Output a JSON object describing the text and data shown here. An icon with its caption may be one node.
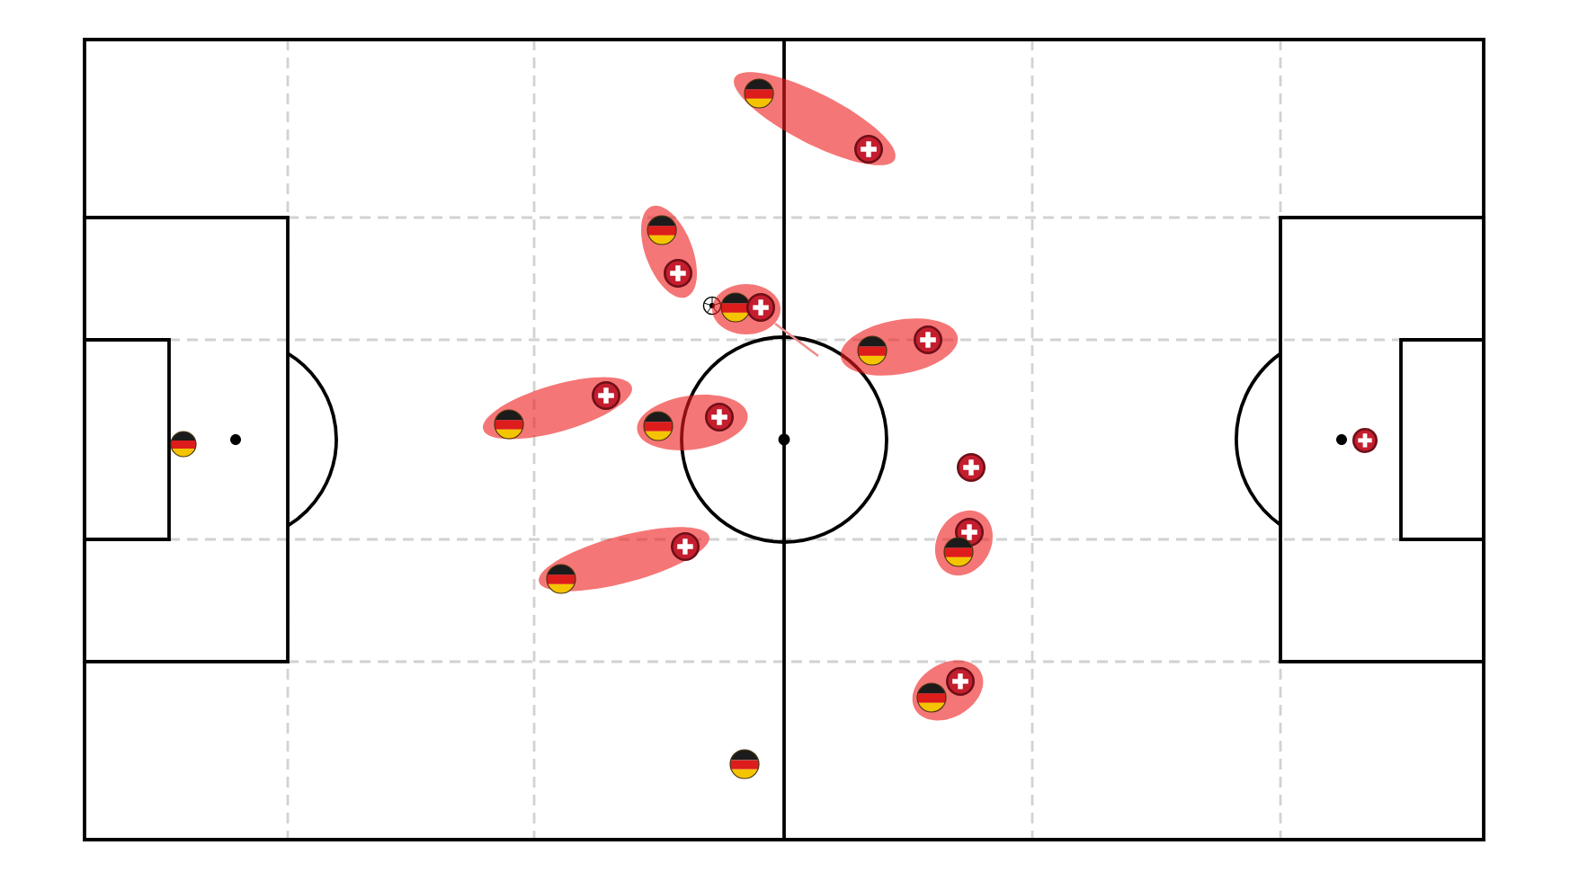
{
  "diagram": {
    "nodes": [
      {
        "text": [],
        "shape": "ellipse"
      },
      {
        "text": [],
        "shape": "circle",
        "in": 0
      },
      {
        "text": [],
        "shape": "circle",
        "in": 0
      },
      {
        "text": [],
        "shape": "ellipse"
      },
      {
        "text": [],
        "shape": "circle",
        "in": 3
      },
      {
        "text": [],
        "shape": "circle",
        "in": 3
      },
      {
        "text": [],
        "shape": "ellipse"
      },
      {
        "text": [],
        "shape": "circle",
        "in": 6
      },
      {
        "text": [],
        "shape": "circle",
        "in": 6
      },
      {
        "text": [],
        "shape": "ellipse"
      },
      {
        "text": [],
        "shape": "circle",
        "in": 9
      },
      {
        "text": [],
        "shape": "circle",
        "in": 9
      },
      {
        "text": [],
        "shape": "ellipse"
      },
      {
        "text": [],
        "shape": "circle",
        "in": 12
      },
      {
        "text": [],
        "shape": "circle",
        "in": 12
      },
      {
        "text": [],
        "shape": "ellipse"
      },
      {
        "text": [],
        "shape": "circle",
        "in": 15
      },
      {
        "text": [],
        "shape": "circle",
        "in": 15
      },
      {
        "text": [],
        "shape": "circle"
      },
      {
        "text": [],
        "shape": "circle"
      },
      {
        "text": [],
        "shape": "circle"
      },
      {
        "text": [],
        "shape": "ellipse"
      },
      {
        "text": [],
        "shape": "circle",
        "in": 21
      },
      {
        "text": [],
        "shape": "circle",
        "in": 21
      },
      {
        "text": [],
        "shape": "ellipse"
      },
      {
        "text": [],
        "shape": "circle",
        "in": 24
      },
      {
        "text": [],
        "shape": "circle",
        "in": 24
      },
      {
        "text": [],
        "shape": "ellipse"
      },
      {
        "text": [],
        "shape": "circle",
        "in": 27
      },
      {
        "text": [],
        "shape": "circle",
        "in": 27
      },
      {
        "text": [],
        "shape": "circle"
      }
    ]
  }
}
